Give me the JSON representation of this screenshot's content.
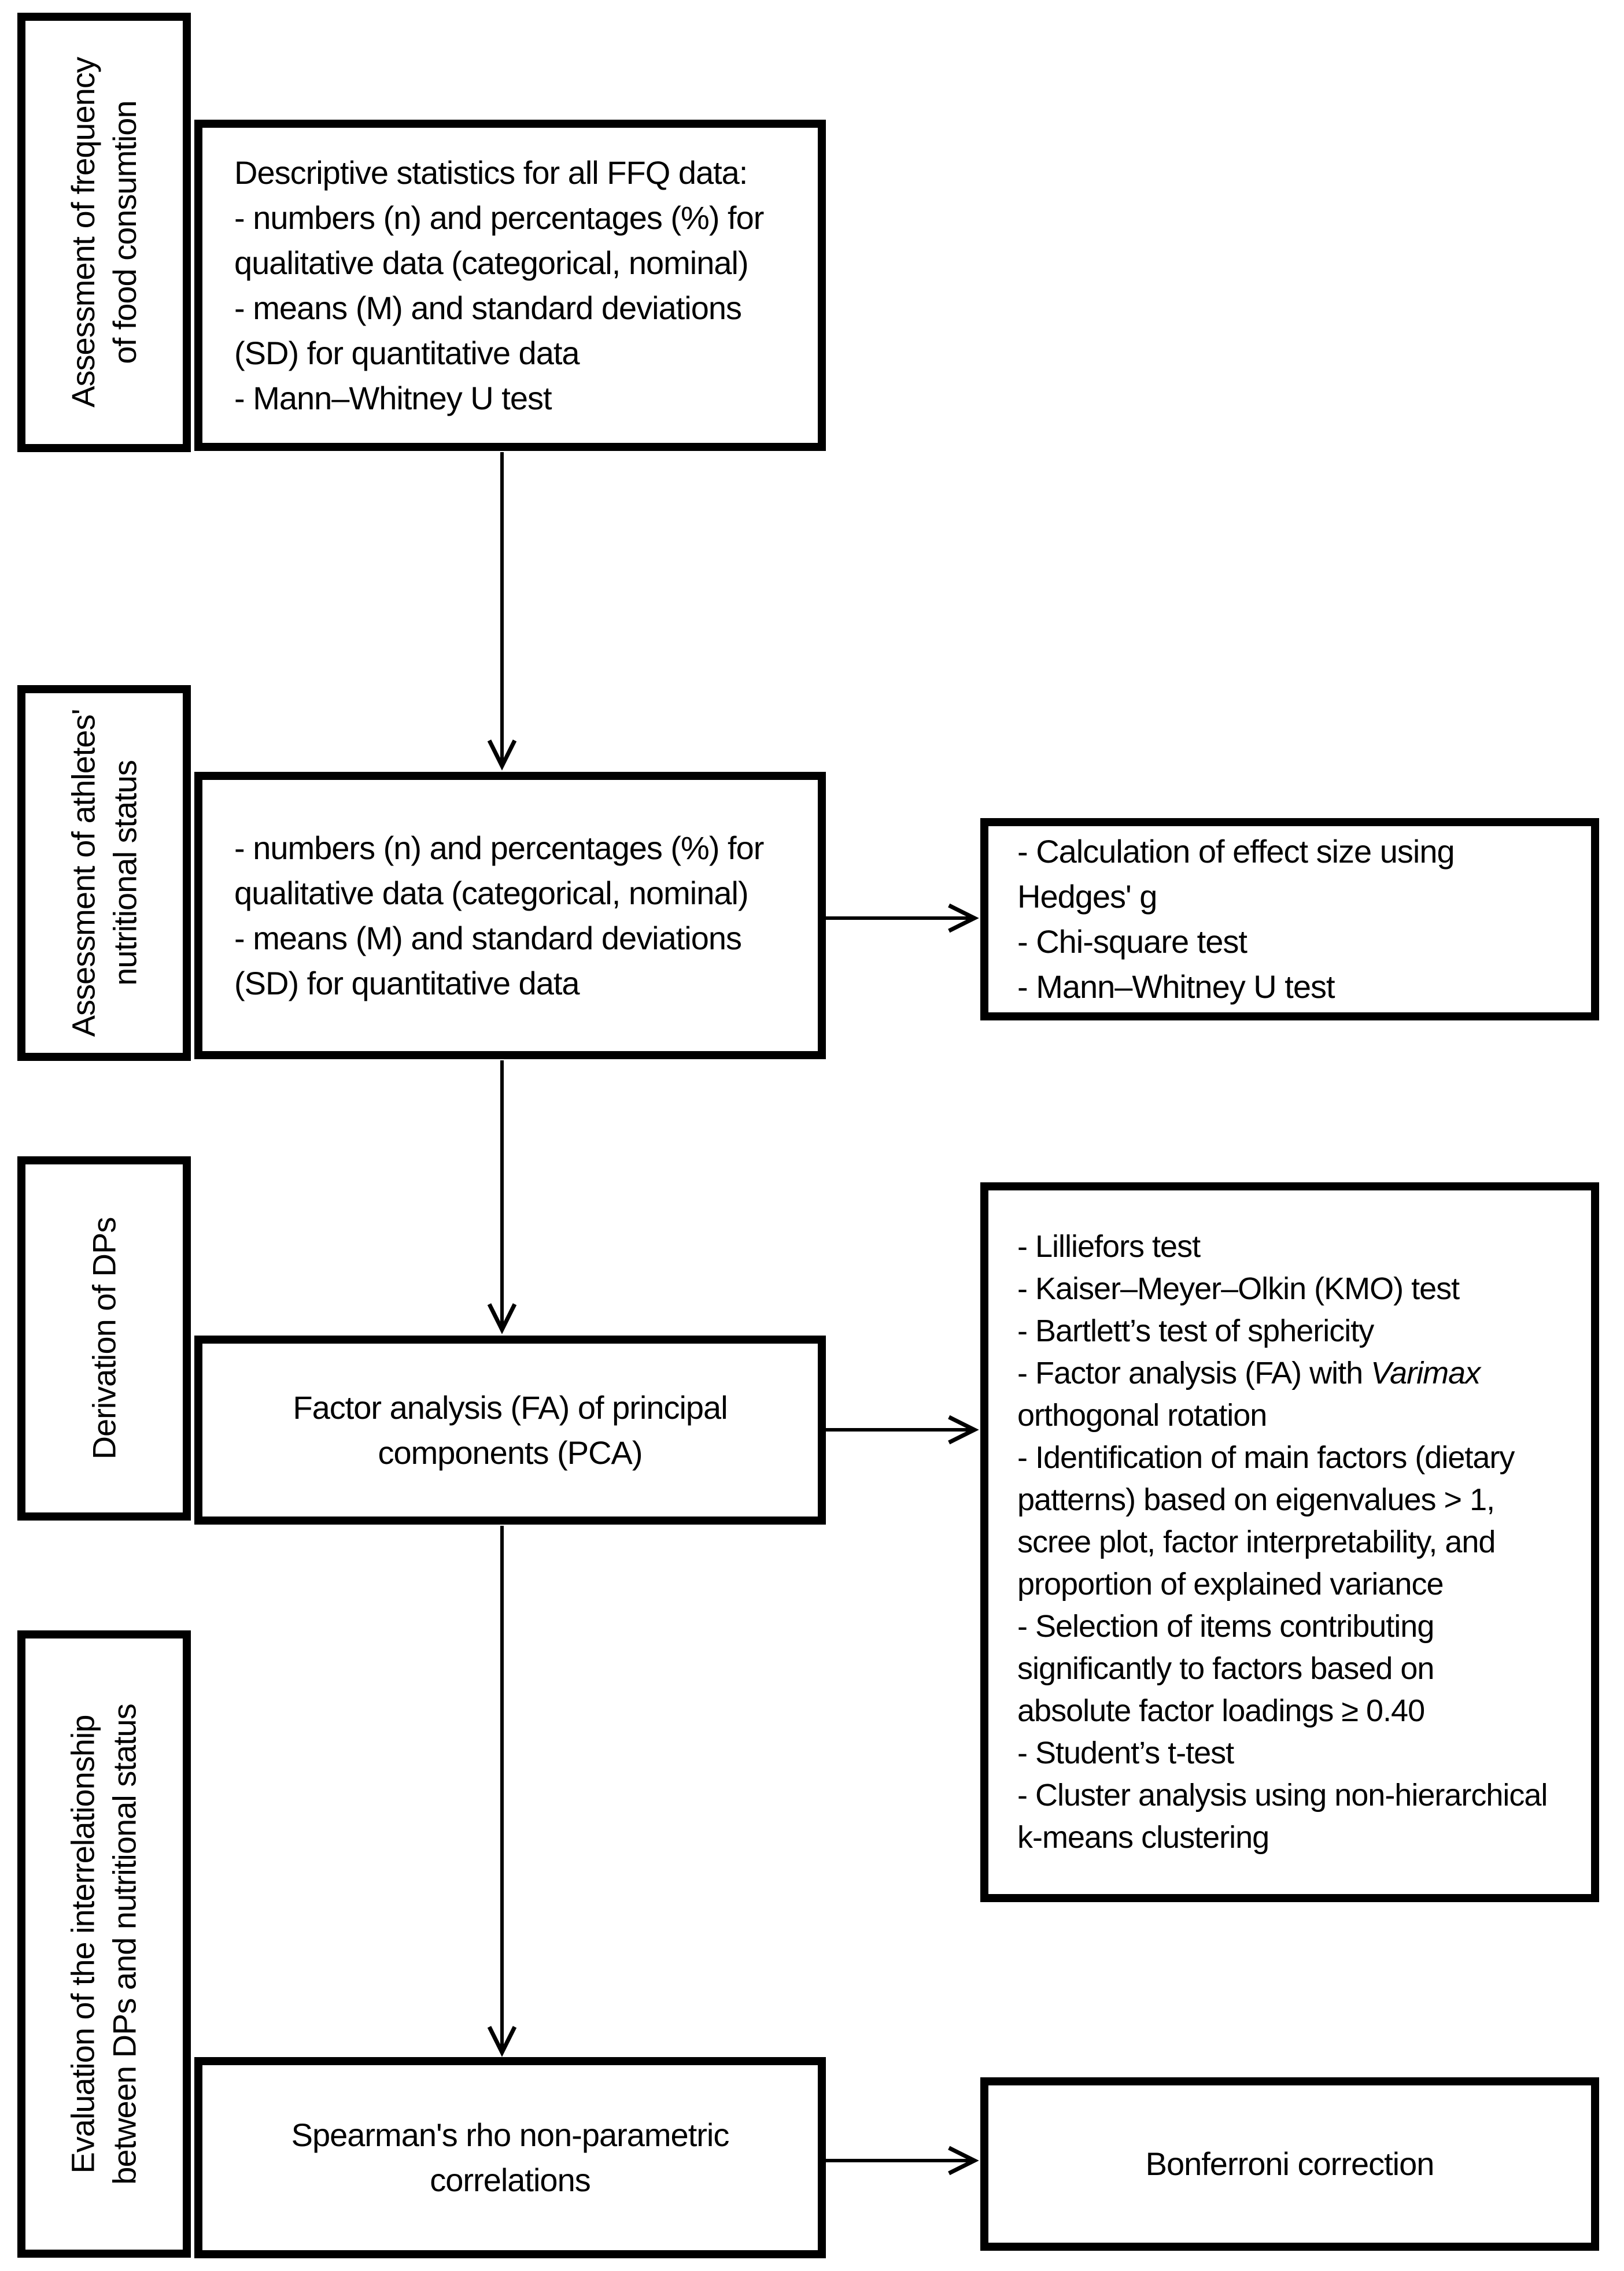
{
  "figure": {
    "type": "flowchart",
    "colors": {
      "background": "#ffffff",
      "box_border": "#000000",
      "text": "#000000"
    },
    "stage_labels": [
      "Assessment of frequency\nof food consumtion",
      "Assessment of athletes'\nnutritional status",
      "Derivation of DPs",
      "Evaluation of the interrelationship\nbetween DPs and nutritional status"
    ],
    "main_boxes": [
      {
        "id": "descriptive-statistics",
        "text": "Descriptive statistics for all FFQ data:\n- numbers (n) and percentages (%) for\nqualitative data (categorical, nominal)\n- means (M) and standard deviations\n(SD) for quantitative data\n- Mann–Whitney U test"
      },
      {
        "id": "nutritional-status-statistics",
        "text": "- numbers (n) and percentages (%) for\nqualitative data (categorical, nominal)\n- means (M) and standard deviations\n(SD) for quantitative data"
      },
      {
        "id": "factor-analysis",
        "text": "Factor analysis (FA) of principal\ncomponents (PCA)"
      },
      {
        "id": "spearman-correlations",
        "text": "Spearman's rho non-parametric\ncorrelations"
      }
    ],
    "detail_boxes": [
      {
        "id": "effect-size-tests",
        "text": "- Calculation of effect size using\nHedges' g\n- Chi-square test\n- Mann–Whitney U test"
      },
      {
        "id": "fa-procedures",
        "html": "- Lilliefors test\n- Kaiser–Meyer–Olkin (KMO) test\n- Bartlett’s test of sphericity\n- Factor analysis (FA) with <i>Varimax</i>\northogonal rotation\n- Identification of main factors (dietary\npatterns) based on eigenvalues > 1,\nscree plot, factor interpretability, and\nproportion of explained variance\n- Selection of items contributing\nsignificantly to factors based on\nabsolute factor loadings ≥ 0.40\n- Student’s t-test\n- Cluster analysis using non-hierarchical\nk-means clustering"
      },
      {
        "id": "bonferroni-correction",
        "text": "Bonferroni correction"
      }
    ],
    "connectors": [
      {
        "from": "descriptive-statistics",
        "to": "nutritional-status-statistics",
        "direction": "down"
      },
      {
        "from": "nutritional-status-statistics",
        "to": "effect-size-tests",
        "direction": "right"
      },
      {
        "from": "nutritional-status-statistics",
        "to": "factor-analysis",
        "direction": "down"
      },
      {
        "from": "factor-analysis",
        "to": "fa-procedures",
        "direction": "right"
      },
      {
        "from": "factor-analysis",
        "to": "spearman-correlations",
        "direction": "down"
      },
      {
        "from": "spearman-correlations",
        "to": "bonferroni-correction",
        "direction": "right"
      }
    ]
  }
}
